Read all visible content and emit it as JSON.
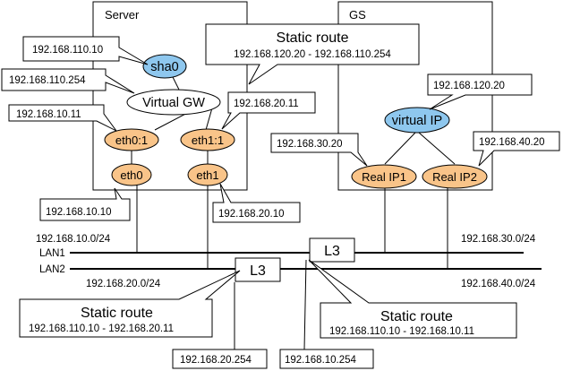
{
  "containers": {
    "server": "Server",
    "gs": "GS"
  },
  "nodes": {
    "sha0": "sha0",
    "virtual_gw": "Virtual GW",
    "eth0_1": "eth0:1",
    "eth1_1": "eth1:1",
    "eth0": "eth0",
    "eth1": "eth1",
    "virtual_ip": "virtual IP",
    "real_ip1": "Real IP1",
    "real_ip2": "Real IP2",
    "l3_upper": "L3",
    "l3_lower": "L3"
  },
  "labels": {
    "sha0_ip": "192.168.110.10",
    "virtual_gw_ip": "192.168.110.254",
    "eth0_1_ip": "192.168.10.11",
    "eth1_1_ip": "192.168.20.11",
    "eth0_ip": "192.168.10.10",
    "eth1_ip": "192.168.20.10",
    "virtual_ip_addr": "192.168.120.20",
    "real_ip1_addr": "192.168.30.20",
    "real_ip2_addr": "192.168.40.20",
    "l3_lower_gw": "192.168.20.254",
    "l3_upper_gw": "192.168.10.254"
  },
  "static_routes": {
    "top_title": "Static route",
    "top_route": "192.168.120.20 - 192.168.110.254",
    "left_title": "Static route",
    "left_route": "192.168.110.10 - 192.168.20.11",
    "right_title": "Static route",
    "right_route": "192.168.110.10 - 192.168.10.11"
  },
  "networks": {
    "lan1": "LAN1",
    "lan2": "LAN2",
    "net_10": "192.168.10.0/24",
    "net_20": "192.168.20.0/24",
    "net_30": "192.168.30.0/24",
    "net_40": "192.168.40.0/24"
  }
}
